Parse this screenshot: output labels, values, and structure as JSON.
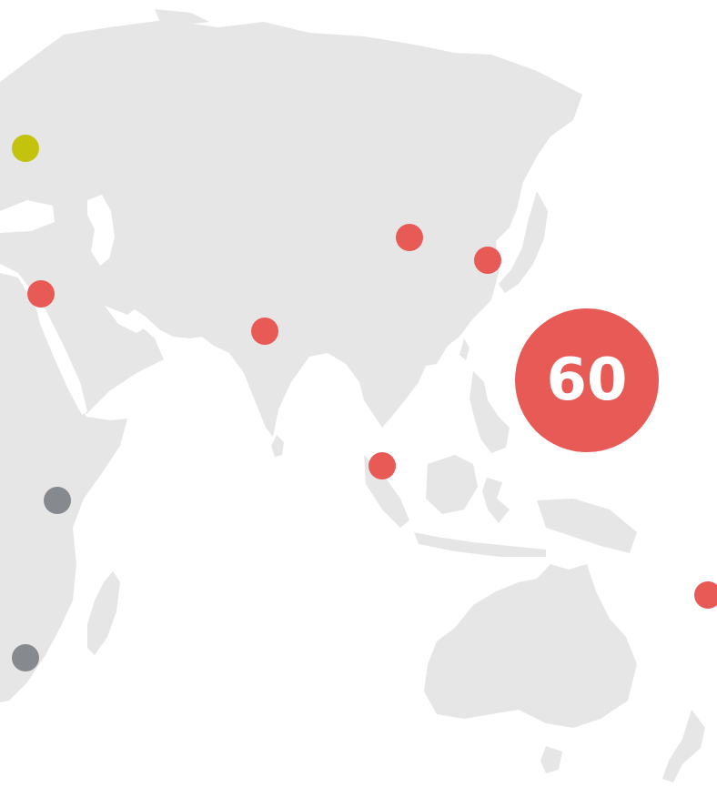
{
  "map": {
    "land_color": "#e6e6e6",
    "background_color": "#ffffff",
    "status_colors": {
      "red": "#e85a56",
      "gray": "#868a8f",
      "olive": "#c3c20d"
    },
    "cluster": {
      "label": "60",
      "color": "#e85a56",
      "text_color": "#ffffff"
    },
    "markers": [
      {
        "name": "marker-eastern-europe",
        "color": "#c3c20d"
      },
      {
        "name": "marker-levant",
        "color": "#e85a56"
      },
      {
        "name": "marker-india",
        "color": "#e85a56"
      },
      {
        "name": "marker-beijing",
        "color": "#e85a56"
      },
      {
        "name": "marker-korea",
        "color": "#e85a56"
      },
      {
        "name": "marker-singapore",
        "color": "#e85a56"
      },
      {
        "name": "marker-pacific-east",
        "color": "#e85a56"
      },
      {
        "name": "marker-east-africa",
        "color": "#868a8f"
      },
      {
        "name": "marker-southern-africa",
        "color": "#868a8f"
      }
    ]
  }
}
